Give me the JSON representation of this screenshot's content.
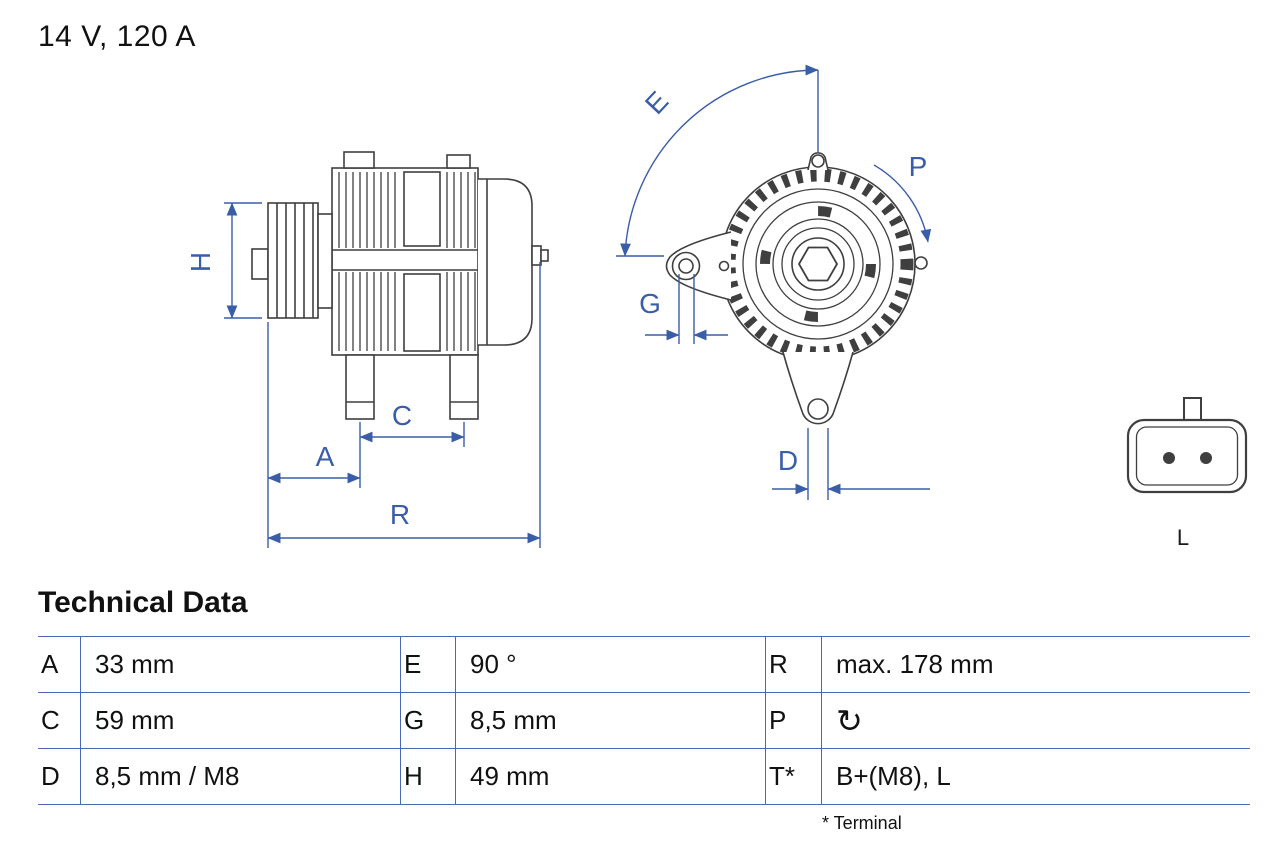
{
  "header": {
    "rating": "14 V, 120 A"
  },
  "diagram": {
    "dimension_labels": {
      "H": "H",
      "A": "A",
      "C": "C",
      "R": "R",
      "E": "E",
      "G": "G",
      "P": "P",
      "D": "D"
    },
    "connector_label": "L",
    "colors": {
      "dimension_blue": "#3a5da8",
      "drawing_gray": "#3f3f3f",
      "table_line_blue": "#4a69b0"
    }
  },
  "technical_data": {
    "title": "Technical Data",
    "rows": [
      {
        "c1": {
          "key": "A",
          "value": "33 mm"
        },
        "c2": {
          "key": "E",
          "value": "90 °"
        },
        "c3": {
          "key": "R",
          "value": "max. 178 mm"
        }
      },
      {
        "c1": {
          "key": "C",
          "value": "59 mm"
        },
        "c2": {
          "key": "G",
          "value": "8,5 mm"
        },
        "c3": {
          "key": "P",
          "value": "↻"
        }
      },
      {
        "c1": {
          "key": "D",
          "value": "8,5 mm / M8"
        },
        "c2": {
          "key": "H",
          "value": "49 mm"
        },
        "c3": {
          "key": "T*",
          "value": "B+(M8), L"
        }
      }
    ],
    "footnote": "* Terminal"
  }
}
